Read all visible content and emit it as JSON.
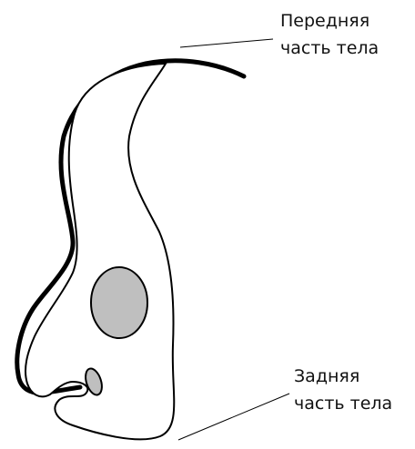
{
  "labels": {
    "front": [
      "Передняя",
      "часть тела"
    ],
    "back": [
      "Задняя",
      "часть тела"
    ]
  },
  "colors": {
    "outline": "#000000",
    "nucleus_fill": "#bfbfbf",
    "background": "#ffffff"
  }
}
